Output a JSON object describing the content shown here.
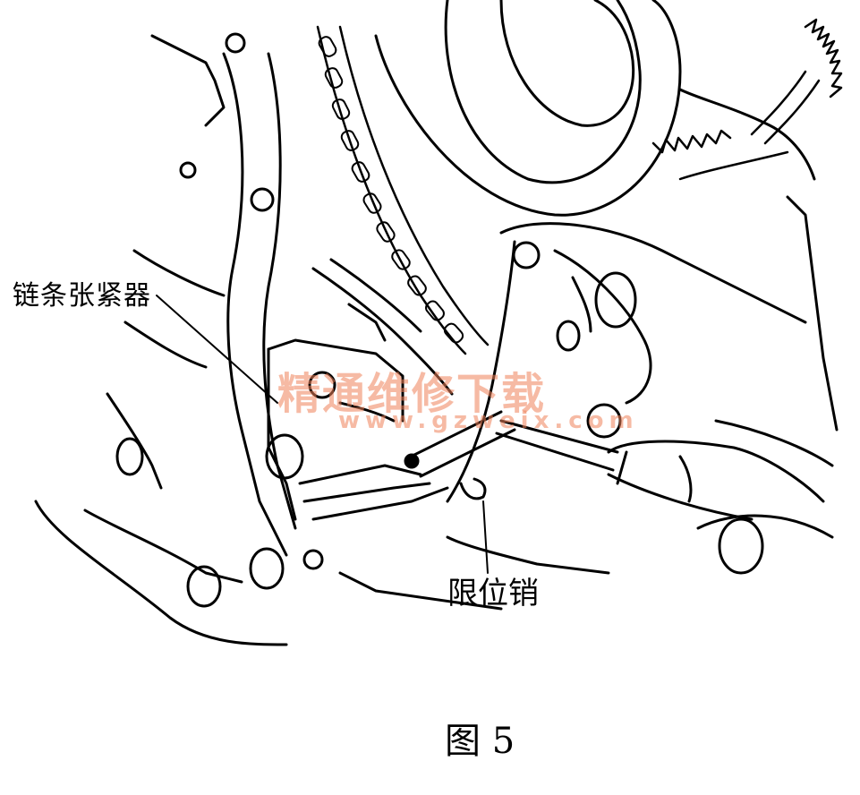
{
  "labels": {
    "tensioner": "链条张紧器",
    "stopper_pin": "限位销"
  },
  "caption": "图 5",
  "watermark": {
    "name": "精通维修下载",
    "url": "www.gzweix.com"
  },
  "colors": {
    "line": "#000000",
    "background": "#ffffff",
    "watermark": "#ee825a"
  }
}
